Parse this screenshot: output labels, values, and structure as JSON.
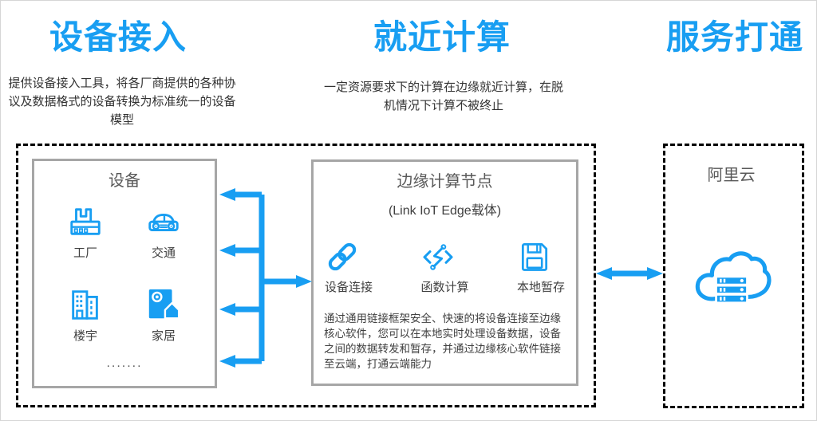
{
  "pillars": [
    {
      "title": "设备接入",
      "desc": "提供设备接入工具，将各厂商提供的各种协议及数据格式的设备转换为标准统一的设备模型"
    },
    {
      "title": "就近计算",
      "desc": "一定资源要求下的计算在边缘就近计算，在脱机情况下计算不被终止"
    },
    {
      "title": "服务打通",
      "desc": ""
    }
  ],
  "devices_box": {
    "title": "设备",
    "items": [
      {
        "label": "工厂",
        "icon": "factory-icon"
      },
      {
        "label": "交通",
        "icon": "traffic-icon"
      },
      {
        "label": "楼宇",
        "icon": "building-icon"
      },
      {
        "label": "家居",
        "icon": "home-icon"
      }
    ],
    "more": "......."
  },
  "edge_box": {
    "title": "边缘计算节点",
    "subtitle": "(Link IoT Edge载体)",
    "features": [
      {
        "label": "设备连接",
        "icon": "device-link-icon"
      },
      {
        "label": "函数计算",
        "icon": "function-compute-icon"
      },
      {
        "label": "本地暂存",
        "icon": "local-storage-icon"
      }
    ],
    "description": "通过通用链接框架安全、快速的将设备连接至边缘核心软件，您可以在本地实时处理设备数据，设备之间的数据转发和暂存，并通过边缘核心软件链接至云端，打通云端能力"
  },
  "cloud_box": {
    "title": "阿里云",
    "icon": "alibaba-cloud-icon"
  },
  "colors": {
    "accent": "#189ef2",
    "panel_border": "#a6a6a6",
    "dashed_border": "#000000",
    "title_gray": "#595959",
    "body_text": "#404040"
  }
}
